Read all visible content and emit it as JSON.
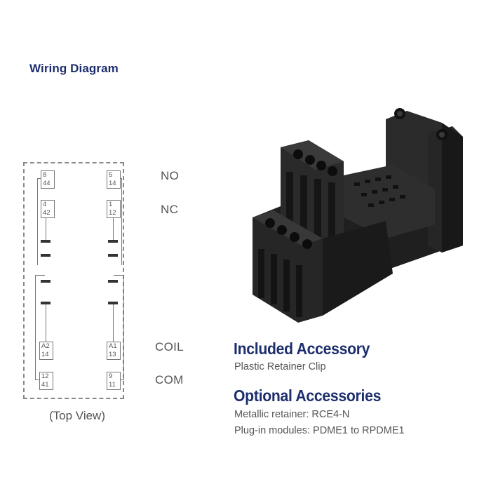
{
  "page": {
    "title": "Wiring Diagram"
  },
  "diagram": {
    "terminals": [
      {
        "id": "t-8-44",
        "top": "8",
        "bottom": "44"
      },
      {
        "id": "t-5-14",
        "top": "5",
        "bottom": "14"
      },
      {
        "id": "t-4-42",
        "top": "4",
        "bottom": "42"
      },
      {
        "id": "t-1-12",
        "top": "1",
        "bottom": "12"
      },
      {
        "id": "t-a2-14",
        "top": "A2",
        "bottom": "14"
      },
      {
        "id": "t-a1-13",
        "top": "A1",
        "bottom": "13"
      },
      {
        "id": "t-12-41",
        "top": "12",
        "bottom": "41"
      },
      {
        "id": "t-9-11",
        "top": "9",
        "bottom": "11"
      }
    ],
    "labels": {
      "no": "NO",
      "nc": "NC",
      "coil": "COIL",
      "com": "COM"
    },
    "caption": "(Top View)"
  },
  "accessories": {
    "included_title": "Included Accessory",
    "included_items": [
      "Plastic Retainer Clip"
    ],
    "optional_title": "Optional Accessories",
    "optional_items": [
      "Metallic retainer: RCE4-N",
      "Plug-in modules: PDME1 to RPDME1"
    ]
  },
  "colors": {
    "heading": "#1d2e6e",
    "body_text": "#555555",
    "product": "#2a2a2a"
  }
}
